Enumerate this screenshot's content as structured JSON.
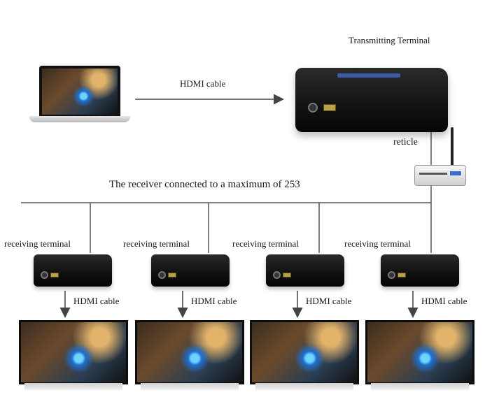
{
  "labels": {
    "transmitting_terminal": "Transmitting Terminal",
    "hdmi_cable_top": "HDMI cable",
    "reticle": "reticle",
    "receiver_note": "The receiver connected to a maximum of 253"
  },
  "receivers": [
    {
      "label": "receiving terminal",
      "cable": "HDMI cable"
    },
    {
      "label": "receiving terminal",
      "cable": "HDMI cable"
    },
    {
      "label": "receiving terminal",
      "cable": "HDMI cable"
    },
    {
      "label": "receiving terminal",
      "cable": "HDMI cable"
    }
  ],
  "colors": {
    "line": "#555555",
    "device": "#111111",
    "hdmi_port": "#b8a24a"
  }
}
